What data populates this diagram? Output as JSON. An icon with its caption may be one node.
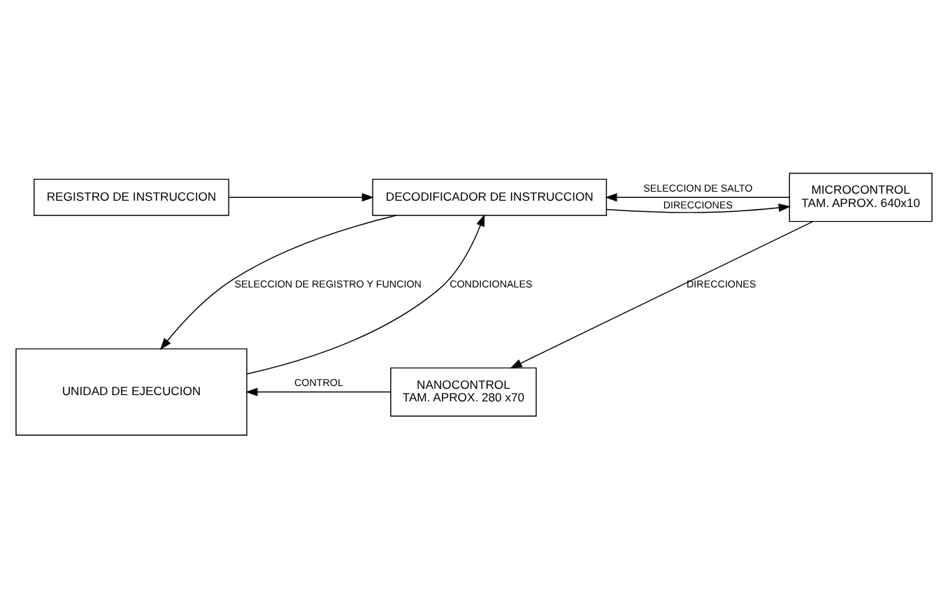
{
  "diagram": {
    "nodes": [
      {
        "text": [
          "REGISTRO DE INSTRUCCION"
        ]
      },
      {
        "text": [
          "DECODIFICADOR DE INSTRUCCION"
        ]
      },
      {
        "text": [
          "MICROCONTROL",
          "TAM. APROX. 640x10"
        ]
      },
      {
        "text": [
          "UNIDAD DE EJECUCION"
        ]
      },
      {
        "text": [
          "NANOCONTROL",
          "TAM. APROX. 280 x70"
        ]
      }
    ],
    "edges": [
      {
        "from": 0,
        "to": 1,
        "arrow": "to"
      },
      {
        "from": 1,
        "to": 2,
        "arrow": "to",
        "label": "DIRECCIONES"
      },
      {
        "from": 2,
        "to": 1,
        "arrow": "to",
        "label": "SELECCION DE SALTO"
      },
      {
        "from": 1,
        "to": 3,
        "arrow": "to",
        "label": "SELECCION DE REGISTRO Y FUNCION"
      },
      {
        "from": 3,
        "to": 1,
        "arrow": "to",
        "label": "CONDICIONALES"
      },
      {
        "from": 2,
        "to": 4,
        "arrow": "to",
        "label": "DIRECCIONES"
      },
      {
        "from": 4,
        "to": 3,
        "arrow": "to",
        "label": "CONTROL"
      }
    ]
  }
}
